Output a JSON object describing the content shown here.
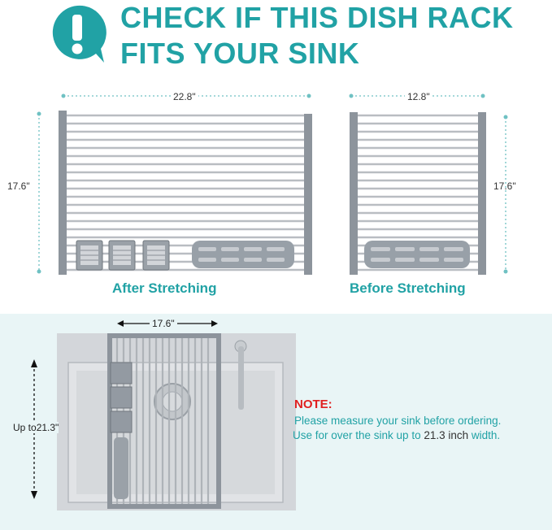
{
  "header": {
    "line1": "CHECK IF THIS DISH RACK",
    "line2": "FITS YOUR SINK",
    "icon": "exclamation-bubble-icon",
    "accent_color": "#21a2a5"
  },
  "after": {
    "width_label": "22.8\"",
    "height_label": "17.6\"",
    "caption": "After Stretching"
  },
  "before": {
    "width_label": "12.8\"",
    "height_label": "17.6\"",
    "caption": "Before Stretching"
  },
  "sink": {
    "width_label": "17.6\"",
    "height_prefix": "Up to",
    "height_value": "21.3\""
  },
  "note": {
    "title": "NOTE:",
    "line1": "Please measure your sink before ordering.",
    "line2_prefix": "Use for over the sink up to ",
    "line2_value": "21.3 inch",
    "line2_suffix": " width.",
    "title_color": "#e02020"
  }
}
